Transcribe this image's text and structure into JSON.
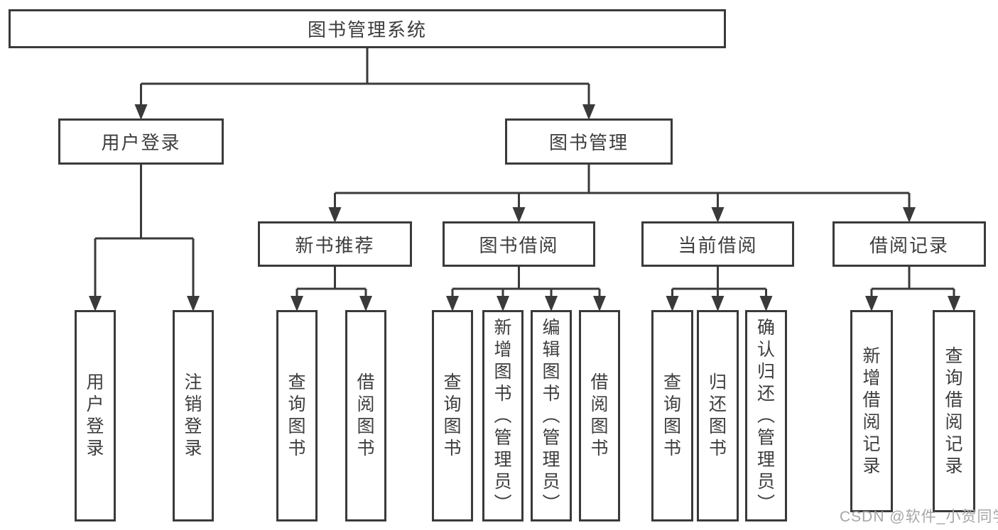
{
  "page": {
    "watermark": "CSDN @软件_小贺同学"
  },
  "colors": {
    "line": "#3a3a3a",
    "text": "#3d3d3d",
    "watermark": "#a6a6a6",
    "background": "#ffffff"
  },
  "diagram": {
    "type": "hierarchy-tree",
    "nodes": [
      {
        "id": "root",
        "label": "图书管理系统"
      },
      {
        "id": "user-login",
        "label": "用户登录"
      },
      {
        "id": "book-mgmt",
        "label": "图书管理"
      },
      {
        "id": "new-book-rec",
        "label": "新书推荐"
      },
      {
        "id": "book-borrow",
        "label": "图书借阅"
      },
      {
        "id": "current-borrow",
        "label": "当前借阅"
      },
      {
        "id": "borrow-records",
        "label": "借阅记录"
      },
      {
        "id": "leaf-user-login",
        "label": "用户登录"
      },
      {
        "id": "leaf-logout",
        "label": "注销登录"
      },
      {
        "id": "leaf-nbr-query",
        "label": "查询图书"
      },
      {
        "id": "leaf-nbr-borrow",
        "label": "借阅图书"
      },
      {
        "id": "leaf-bb-query",
        "label": "查询图书"
      },
      {
        "id": "leaf-bb-add",
        "label": "新增图书（管理员）"
      },
      {
        "id": "leaf-bb-edit",
        "label": "编辑图书（管理员）"
      },
      {
        "id": "leaf-bb-borrow",
        "label": "借阅图书"
      },
      {
        "id": "leaf-cb-query",
        "label": "查询图书"
      },
      {
        "id": "leaf-cb-return",
        "label": "归还图书"
      },
      {
        "id": "leaf-cb-confirm",
        "label": "确认归还（管理员）"
      },
      {
        "id": "leaf-br-add",
        "label": "新增借阅记录"
      },
      {
        "id": "leaf-br-query",
        "label": "查询借阅记录"
      }
    ],
    "edges": [
      {
        "from": "root",
        "to": [
          "user-login",
          "book-mgmt"
        ]
      },
      {
        "from": "user-login",
        "to": [
          "leaf-user-login",
          "leaf-logout"
        ]
      },
      {
        "from": "book-mgmt",
        "to": [
          "new-book-rec",
          "book-borrow",
          "current-borrow",
          "borrow-records"
        ]
      },
      {
        "from": "new-book-rec",
        "to": [
          "leaf-nbr-query",
          "leaf-nbr-borrow"
        ]
      },
      {
        "from": "book-borrow",
        "to": [
          "leaf-bb-query",
          "leaf-bb-add",
          "leaf-bb-edit",
          "leaf-bb-borrow"
        ]
      },
      {
        "from": "current-borrow",
        "to": [
          "leaf-cb-query",
          "leaf-cb-return",
          "leaf-cb-confirm"
        ]
      },
      {
        "from": "borrow-records",
        "to": [
          "leaf-br-add",
          "leaf-br-query"
        ]
      }
    ]
  }
}
